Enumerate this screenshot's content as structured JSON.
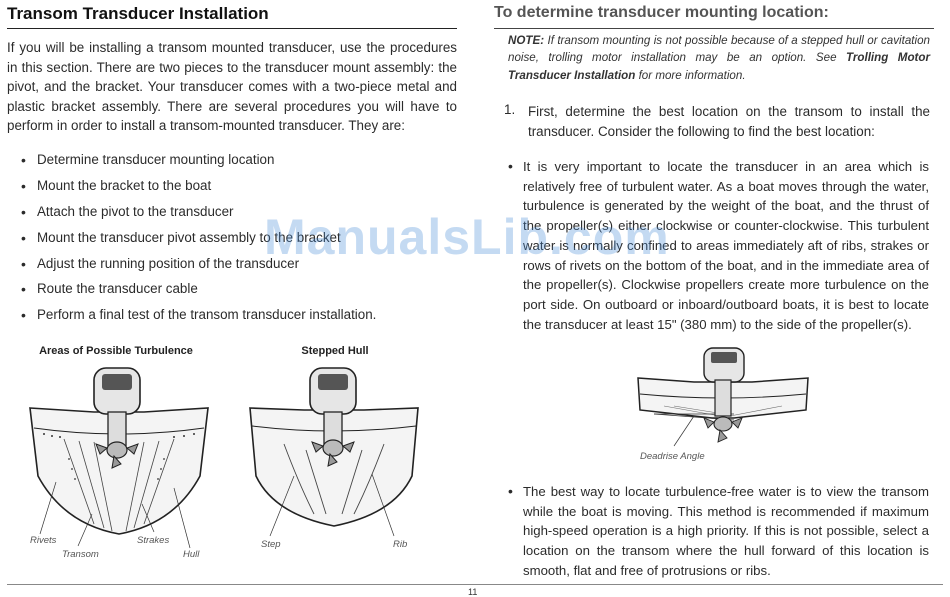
{
  "left": {
    "heading": "Transom Transducer Installation",
    "intro": "If you will be installing a transom mounted transducer, use the procedures in this section. There are two pieces to the transducer mount assembly: the pivot, and the bracket. Your transducer comes with a two-piece metal and plastic bracket assembly. There are several procedures you will have to perform in order to install a transom-mounted transducer. They are:",
    "steps": [
      "Determine transducer mounting location",
      "Mount the bracket to the boat",
      "Attach the pivot to the transducer",
      "Mount the transducer pivot assembly to the bracket",
      "Adjust the running position of the transducer",
      "Route the transducer cable",
      "Perform a final test of the transom transducer installation."
    ],
    "figure1": {
      "caption": "Areas of Possible Turbulence",
      "labels": {
        "rivets": "Rivets",
        "transom": "Transom",
        "strakes": "Strakes",
        "hull": "Hull"
      }
    },
    "figure2": {
      "caption": "Stepped Hull",
      "labels": {
        "step": "Step",
        "rib": "Rib"
      }
    }
  },
  "right": {
    "heading": "To determine transducer mounting location:",
    "note": {
      "prefix": "NOTE:",
      "text": " If transom mounting is not possible because of a stepped hull or cavitation noise, trolling motor installation may be an option. See ",
      "link": "Trolling Motor Transducer Installation",
      "suffix": " for more information."
    },
    "step_number": "1.",
    "step_text": "First, determine the best location on the transom to install the transducer. Consider the following to find the best location:",
    "bullet1": "It is very important to locate the transducer in an area which is relatively free of turbulent water. As a boat moves through the water, turbulence is generated by the weight of the boat, and the thrust of the propeller(s) either clockwise or counter-clockwise. This turbulent water is normally confined to areas immediately aft of ribs, strakes or rows of rivets on the bottom of the boat, and in the immediate area of the propeller(s). Clockwise propellers create more turbulence on the port side. On outboard or inboard/outboard boats, it is best to locate the transducer at least 15\" (380 mm) to the side of the propeller(s).",
    "figure3": {
      "label": "Deadrise Angle"
    },
    "bullet2": "The best way to locate turbulence-free water is to view the transom while the boat is moving. This method is recommended if maximum high-speed operation is a high priority. If this is not possible, select a location on the transom where the hull forward of this location is smooth, flat and free of protrusions or ribs."
  },
  "watermark": "ManualsLib.com",
  "page_number": "11",
  "bullet_char": "•"
}
